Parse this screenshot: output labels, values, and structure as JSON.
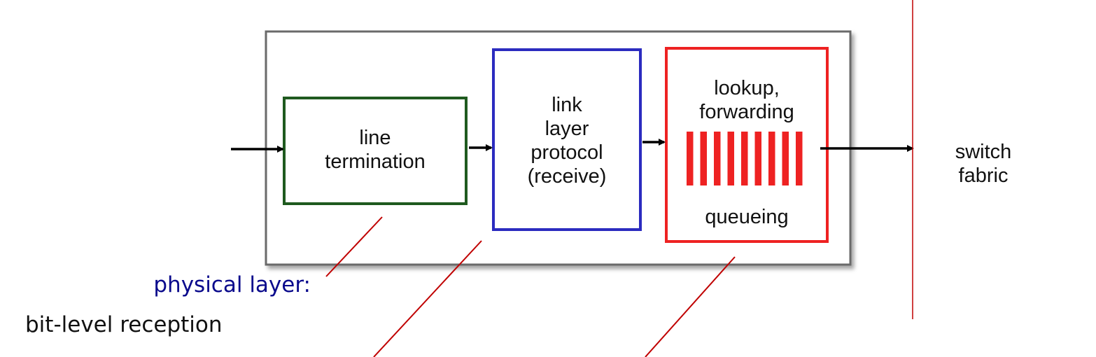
{
  "colors": {
    "outer_border": "#6b6b6b",
    "line_termination": "#1f5a1f",
    "link_layer": "#2b2bbf",
    "lookup": "#ee2222",
    "leader_lines": "#c00000",
    "physical_layer_label": "#0a0a8c"
  },
  "boxes": {
    "line_termination": "line\ntermination",
    "link_layer": "link\nlayer\nprotocol\n(receive)",
    "lookup_top": "lookup,\nforwarding",
    "lookup_bottom": "queueing"
  },
  "queue": {
    "bar_count": 9
  },
  "switch_fabric": "switch\nfabric",
  "annotations": {
    "physical_layer": "physical layer:",
    "bit_level": "bit-level reception"
  }
}
